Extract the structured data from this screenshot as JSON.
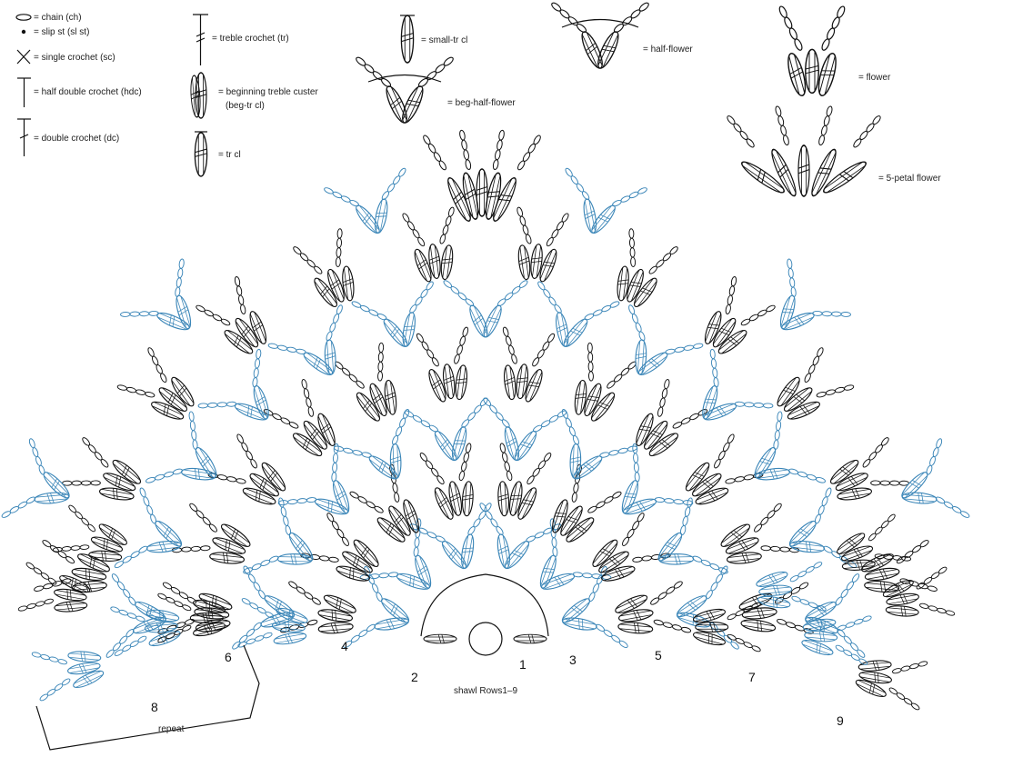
{
  "legend": {
    "chain": "= chain (ch)",
    "slip_st": "= slip st (sl st)",
    "single_crochet": "= single crochet (sc)",
    "half_double_crochet": "= half double crochet (hdc)",
    "double_crochet": "= double crochet (dc)",
    "treble_crochet": "= treble crochet (tr)",
    "beg_tr_cl_line1": "= beginning treble custer",
    "beg_tr_cl_line2": "(beg-tr cl)",
    "tr_cl": "= tr cl",
    "small_tr_cl": "= small-tr cl",
    "beg_half_flower": "= beg-half-flower",
    "half_flower": "= half-flower",
    "flower": "= flower",
    "five_petal_flower": "= 5-petal flower"
  },
  "rows": {
    "r1": "1",
    "r2": "2",
    "r3": "3",
    "r4": "4",
    "r5": "5",
    "r6": "6",
    "r7": "7",
    "r8": "8",
    "r9": "9"
  },
  "repeat_label": "repeat",
  "caption": "shawl Rows1–9",
  "colors": {
    "ink": "#111111",
    "accent_rows": "#3b86b8",
    "background": "#ffffff"
  },
  "icons": [
    "chain-icon",
    "slip-st-icon",
    "single-crochet-icon",
    "hdc-icon",
    "dc-icon",
    "treble-icon",
    "beg-tr-cl-icon",
    "tr-cl-icon",
    "small-tr-cl-icon",
    "beg-half-flower-icon",
    "half-flower-icon",
    "flower-icon",
    "five-petal-flower-icon"
  ]
}
